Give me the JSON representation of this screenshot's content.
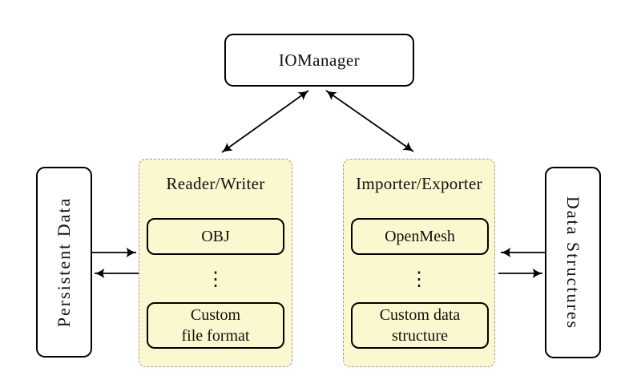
{
  "nodes": {
    "iomanager": {
      "label": "IOManager"
    },
    "persistent_data": {
      "label": "Persistent Data"
    },
    "data_structures": {
      "label": "Data Structures"
    }
  },
  "groups": {
    "reader_writer": {
      "title": "Reader/Writer",
      "ellipsis": "⋮",
      "items": [
        {
          "label_lines": [
            "OBJ"
          ]
        },
        {
          "label_lines": [
            "Custom",
            "file format"
          ]
        }
      ]
    },
    "importer_exporter": {
      "title": "Importer/Exporter",
      "ellipsis": "⋮",
      "items": [
        {
          "label_lines": [
            "OpenMesh"
          ]
        },
        {
          "label_lines": [
            "Custom data",
            "structure"
          ]
        }
      ]
    }
  },
  "colors": {
    "background": "#FFFFFF",
    "group_fill": "#FBF7CE",
    "group_border": "#9B9B9B",
    "node_border": "#000000",
    "arrow": "#000000"
  }
}
